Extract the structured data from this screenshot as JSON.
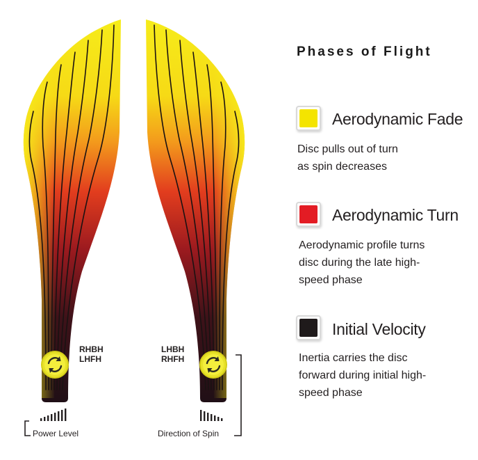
{
  "legend": {
    "title": "Phases of Flight",
    "items": [
      {
        "title": "Aerodynamic Fade",
        "desc": "Disc pulls out of turn as spin decreases",
        "color": "#f4e400"
      },
      {
        "title": "Aerodynamic Turn",
        "desc": "Aerodynamic profile turns disc during the late high-speed phase",
        "color": "#e31c24"
      },
      {
        "title": "Initial Velocity",
        "desc": "Inertia carries the disc forward during initial high-speed phase",
        "color": "#1f1a1b"
      }
    ]
  },
  "left_path": {
    "throw_line1": "RHBH",
    "throw_line2": "LHFH",
    "caption": "Power Level"
  },
  "right_path": {
    "throw_line1": "LHBH",
    "throw_line2": "RHFH",
    "caption": "Direction of Spin"
  },
  "icons": [
    "spin-disc-icon",
    "power-level-icon",
    "spin-direction-icon"
  ]
}
